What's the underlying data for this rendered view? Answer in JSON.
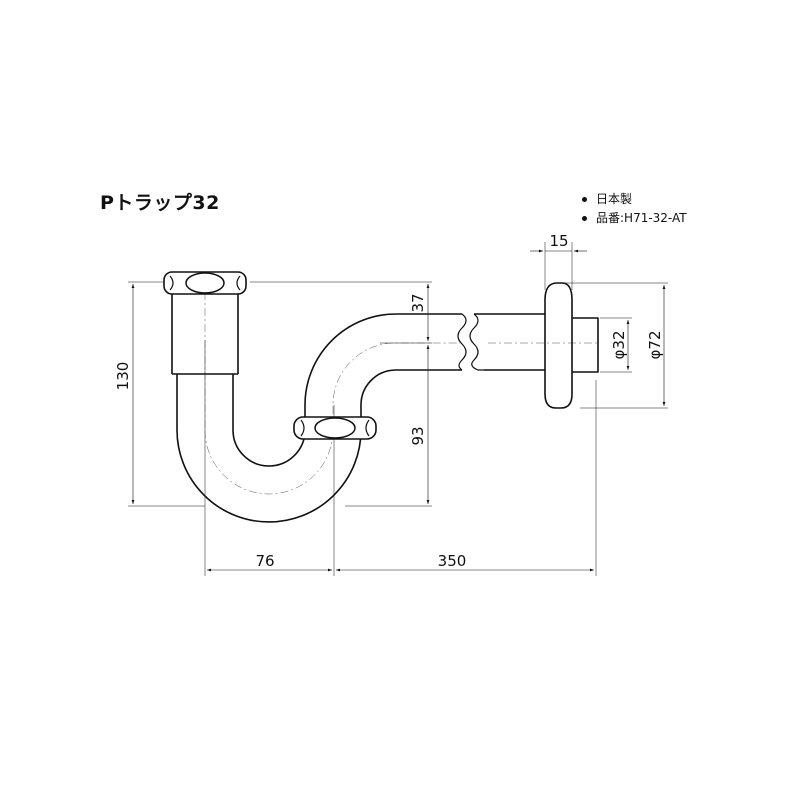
{
  "title": "Pトラップ32",
  "notes": [
    "日本製",
    "品番:H71-32-AT"
  ],
  "dimensions": {
    "overall_height": "130",
    "outlet_rise": "37",
    "trap_depth": "93",
    "trap_width": "76",
    "outlet_length": "350",
    "flange_thickness": "15",
    "pipe_diameter": "φ32",
    "flange_diameter": "φ72"
  }
}
